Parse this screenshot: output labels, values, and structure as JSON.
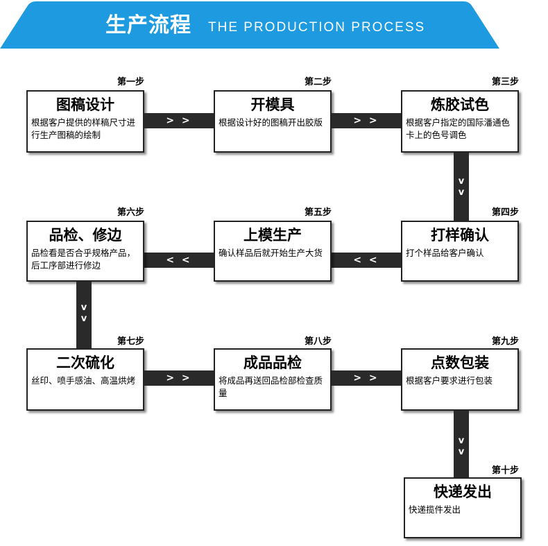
{
  "banner": {
    "title_cn": "生产流程",
    "title_en": "THE PRODUCTION PROCESS",
    "color": "#1e9be0"
  },
  "steps": [
    {
      "label": "第一步",
      "title": "图稿设计",
      "desc": "根据客户提供的样稿尺寸进行生产图稿的绘制"
    },
    {
      "label": "第二步",
      "title": "开模具",
      "desc": "根据设计好的图稿开出胶版"
    },
    {
      "label": "第三步",
      "title": "炼胶试色",
      "desc": "根据客户指定的国际潘通色卡上的色号调色"
    },
    {
      "label": "第四步",
      "title": "打样确认",
      "desc": "打个样品给客户确认"
    },
    {
      "label": "第五步",
      "title": "上模生产",
      "desc": "确认样品后就开始生产大货"
    },
    {
      "label": "第六步",
      "title": "品检、修边",
      "desc": "品检看是否合乎规格产品，后工序部进行修边"
    },
    {
      "label": "第七步",
      "title": "二次硫化",
      "desc": "丝印、喷手感油、高温烘烤"
    },
    {
      "label": "第八步",
      "title": "成品品检",
      "desc": "将成品再送回品检部检查质量"
    },
    {
      "label": "第九步",
      "title": "点数包装",
      "desc": "根据客户要求进行包装"
    },
    {
      "label": "第十步",
      "title": "快递发出",
      "desc": "快递揽件发出"
    }
  ],
  "arrows": {
    "right": ">>",
    "left": "<<",
    "down": "v"
  },
  "colors": {
    "connector": "#2a2a2a",
    "box_border": "#222222"
  }
}
